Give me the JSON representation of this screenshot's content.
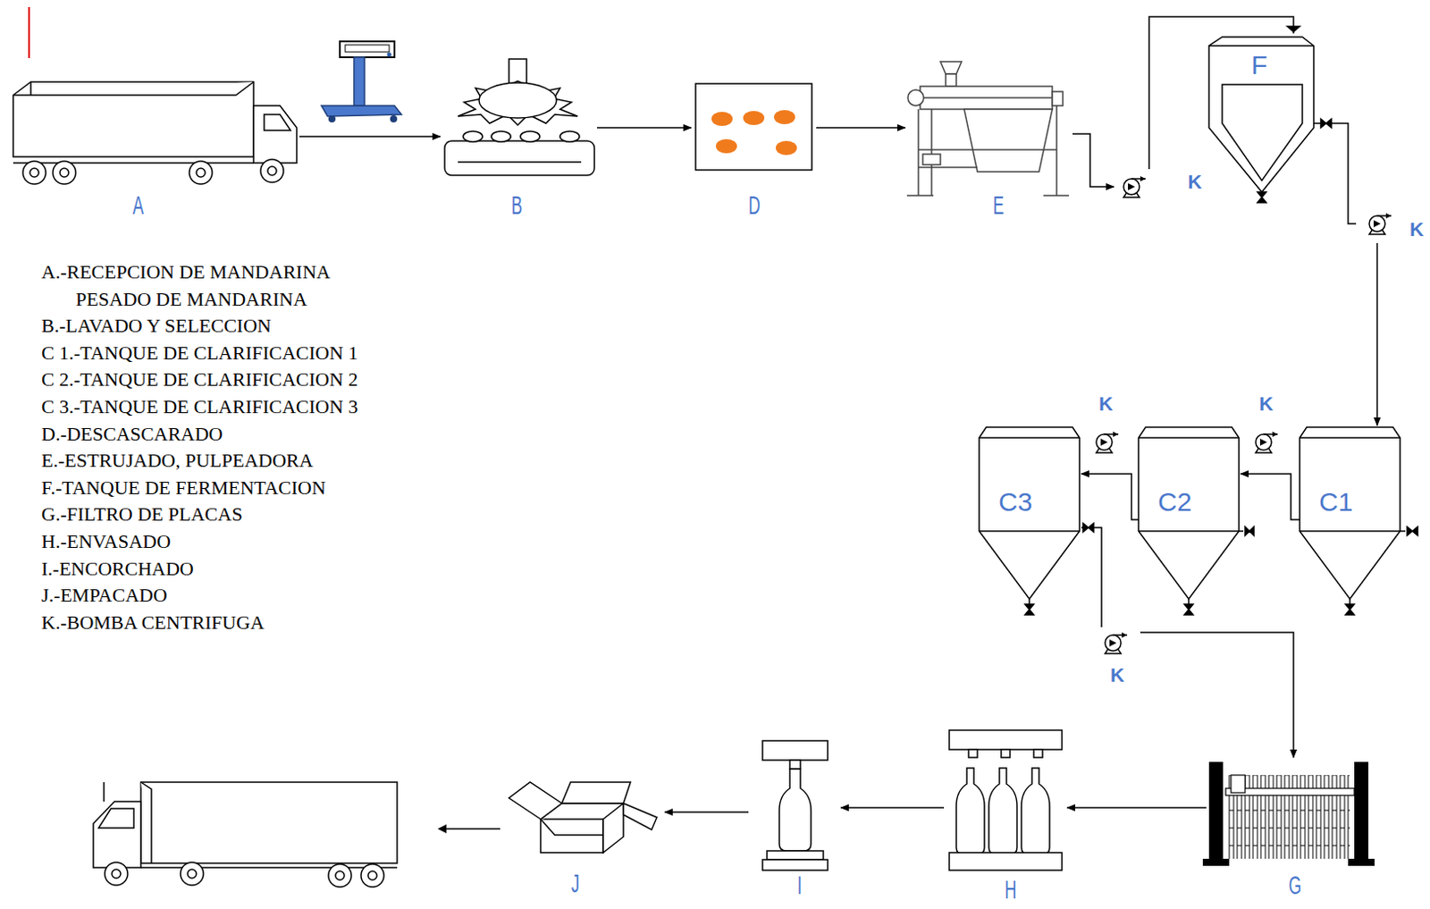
{
  "diagram": {
    "nodes": [
      {
        "text": [
          "A"
        ]
      },
      {
        "text": [
          "B"
        ]
      },
      {
        "text": [
          "D"
        ]
      },
      {
        "text": [
          "E"
        ]
      },
      {
        "text": [
          "K"
        ]
      },
      {
        "text": [
          "F"
        ]
      },
      {
        "text": [
          "K"
        ]
      },
      {
        "text": [
          "C3"
        ]
      },
      {
        "text": [
          "C2"
        ]
      },
      {
        "text": [
          "C1"
        ]
      },
      {
        "text": [
          "K"
        ]
      },
      {
        "text": [
          "K"
        ]
      },
      {
        "text": [
          "K"
        ]
      },
      {
        "text": [
          "G"
        ]
      },
      {
        "text": [
          "H"
        ]
      },
      {
        "text": [
          "I"
        ]
      },
      {
        "text": [
          "J"
        ]
      }
    ],
    "edges": [
      {
        "from": 0,
        "to": 1,
        "arrow": "to"
      },
      {
        "from": 1,
        "to": 2,
        "arrow": "to"
      },
      {
        "from": 2,
        "to": 3,
        "arrow": "to"
      },
      {
        "from": 3,
        "to": 4,
        "arrow": "to"
      },
      {
        "from": 4,
        "to": 5,
        "arrow": "none"
      },
      {
        "from": 5,
        "to": 6,
        "arrow": "none"
      },
      {
        "from": 6,
        "to": 9,
        "arrow": "to"
      },
      {
        "from": 9,
        "to": 8,
        "arrow": "to"
      },
      {
        "from": 8,
        "to": 7,
        "arrow": "to"
      },
      {
        "from": 7,
        "to": 12,
        "arrow": "none"
      },
      {
        "from": 12,
        "to": 13,
        "arrow": "to"
      },
      {
        "from": 13,
        "to": 14,
        "arrow": "to"
      },
      {
        "from": 14,
        "to": 15,
        "arrow": "to"
      },
      {
        "from": 15,
        "to": 16,
        "arrow": "to"
      }
    ],
    "labels": [
      "A.-RECEPCION DE MANDARINA",
      "PESADO DE MANDARINA",
      "B.-LAVADO Y SELECCION",
      "C 1.-TANQUE DE CLARIFICACION 1",
      "C 2.-TANQUE DE CLARIFICACION 2",
      "C 3.-TANQUE DE CLARIFICACION 3",
      "D.-DESCASCARADO",
      "E.-ESTRUJADO, PULPEADORA",
      "F.-TANQUE DE FERMENTACION",
      "G.-FILTRO DE PLACAS",
      "H.-ENVASADO",
      "I.-ENCORCHADO",
      "J.-EMPACADO",
      "K.-BOMBA CENTRIFUGA"
    ]
  }
}
